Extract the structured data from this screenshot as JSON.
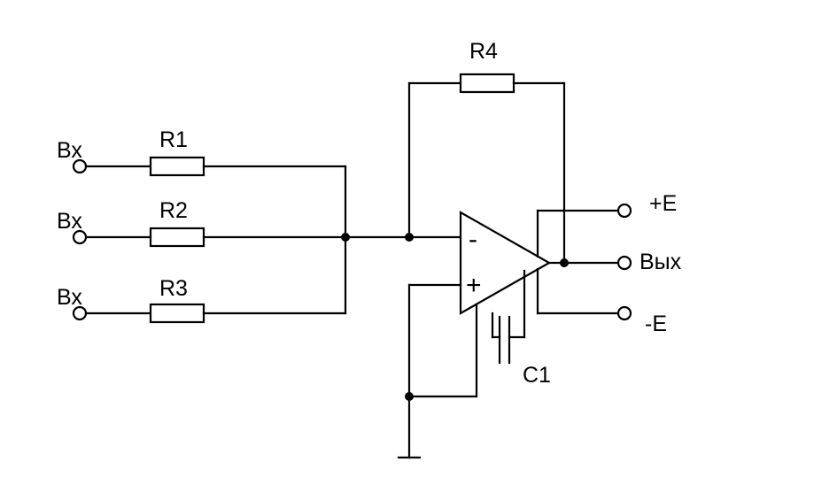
{
  "labels": {
    "input_1": "Вх",
    "input_2": "Вх",
    "input_3": "Вх",
    "r1": "R1",
    "r2": "R2",
    "r3": "R3",
    "r4": "R4",
    "plus_supply": "+E",
    "output": "Вых",
    "minus_supply": "-E",
    "c1": "C1",
    "opamp_inverting": "-",
    "opamp_noninverting": "+"
  }
}
